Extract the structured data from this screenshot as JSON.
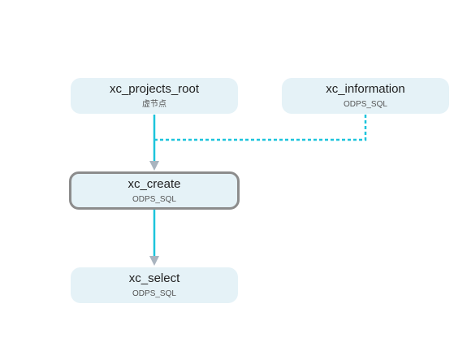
{
  "diagram": {
    "nodes": [
      {
        "id": "xc_projects_root",
        "title": "xc_projects_root",
        "subtitle": "虚节点",
        "selected": false
      },
      {
        "id": "xc_information",
        "title": "xc_information",
        "subtitle": "ODPS_SQL",
        "selected": false
      },
      {
        "id": "xc_create",
        "title": "xc_create",
        "subtitle": "ODPS_SQL",
        "selected": true
      },
      {
        "id": "xc_select",
        "title": "xc_select",
        "subtitle": "ODPS_SQL",
        "selected": false
      }
    ],
    "edges": [
      {
        "from": "xc_projects_root",
        "to": "xc_create",
        "style": "solid"
      },
      {
        "from": "xc_information",
        "to": "xc_create",
        "style": "dashed"
      },
      {
        "from": "xc_create",
        "to": "xc_select",
        "style": "solid"
      }
    ],
    "colors": {
      "edge": "#1cc4dc",
      "arrow": "#a9b4bf",
      "node_fill": "#e5f2f7",
      "selected_border": "#8c8c8c"
    }
  }
}
